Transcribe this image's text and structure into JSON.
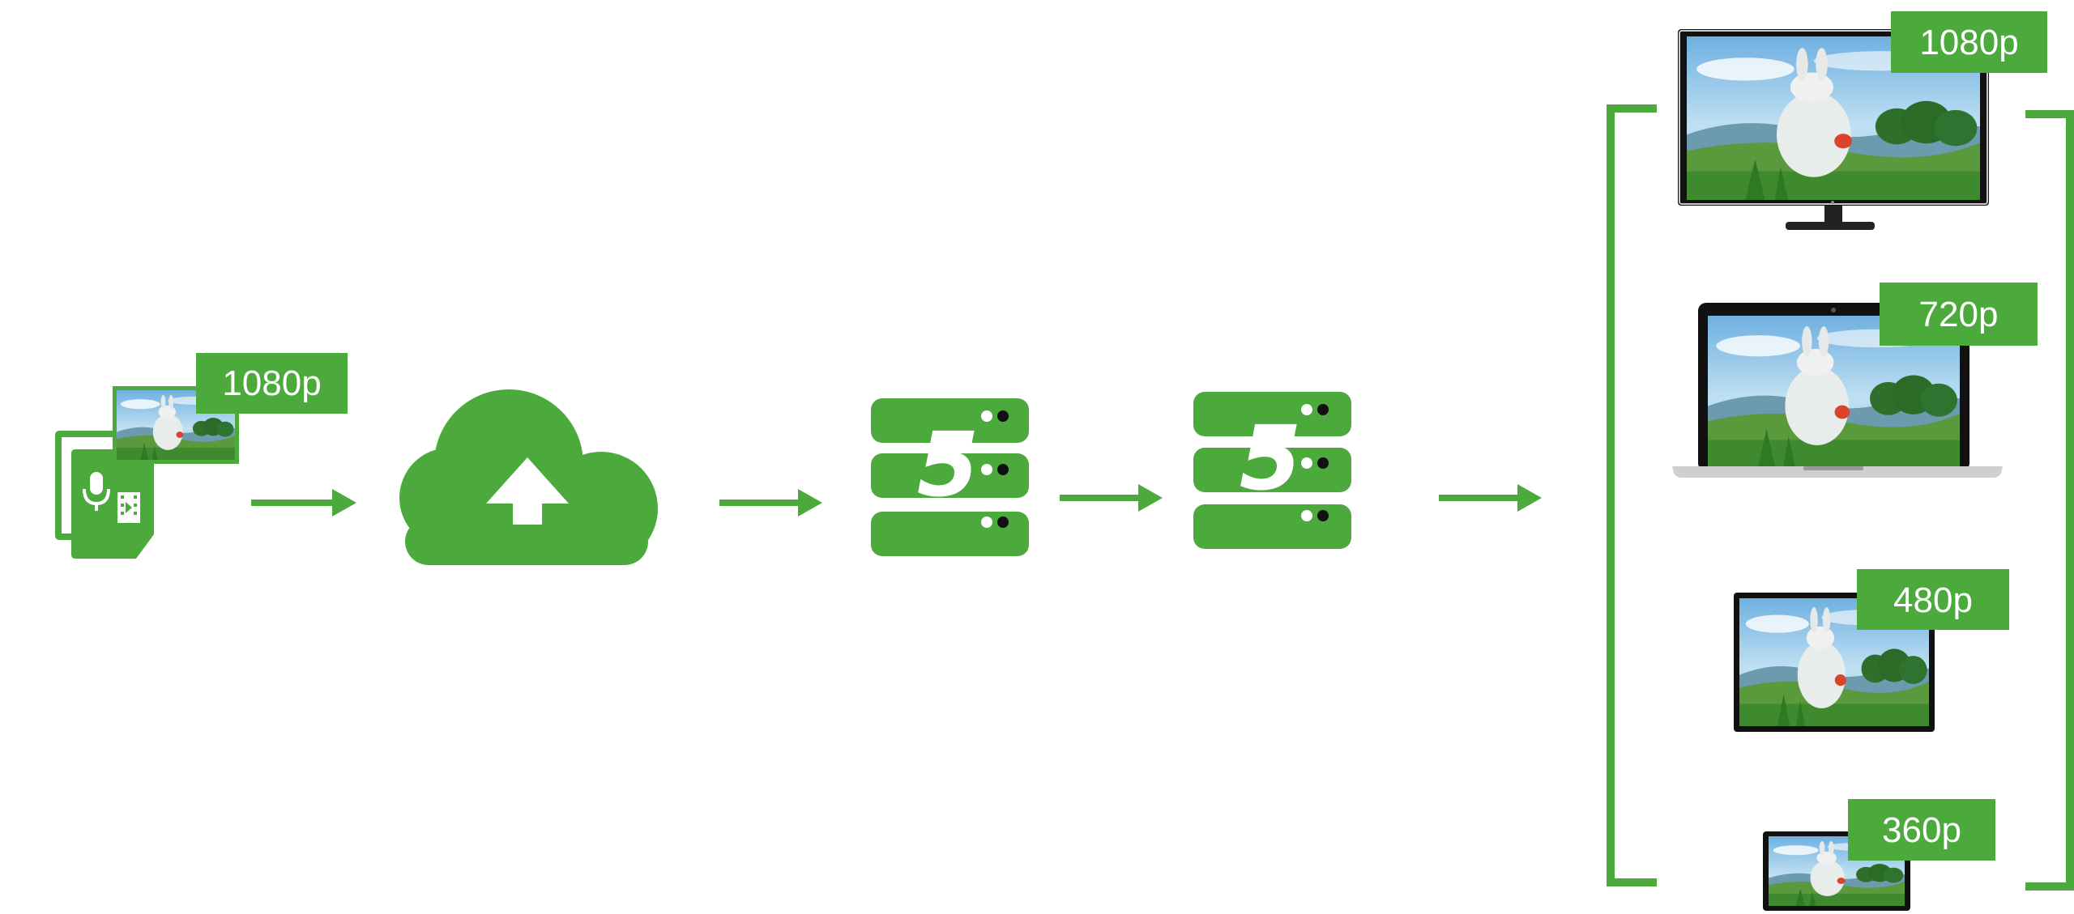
{
  "colors": {
    "accent": "#4caa3c",
    "sky": "#8fc2e6",
    "grass": "#4f9a3a",
    "device": "#111111",
    "silver": "#c8c8c8"
  },
  "source": {
    "resolution": "1080p",
    "icons": [
      "microphone-icon",
      "film-icon"
    ]
  },
  "servers": [
    {
      "glyph": "5"
    },
    {
      "glyph": "5"
    }
  ],
  "outputs": [
    {
      "device": "monitor",
      "resolution": "1080p"
    },
    {
      "device": "laptop",
      "resolution": "720p"
    },
    {
      "device": "tablet",
      "resolution": "480p"
    },
    {
      "device": "phone",
      "resolution": "360p"
    }
  ]
}
